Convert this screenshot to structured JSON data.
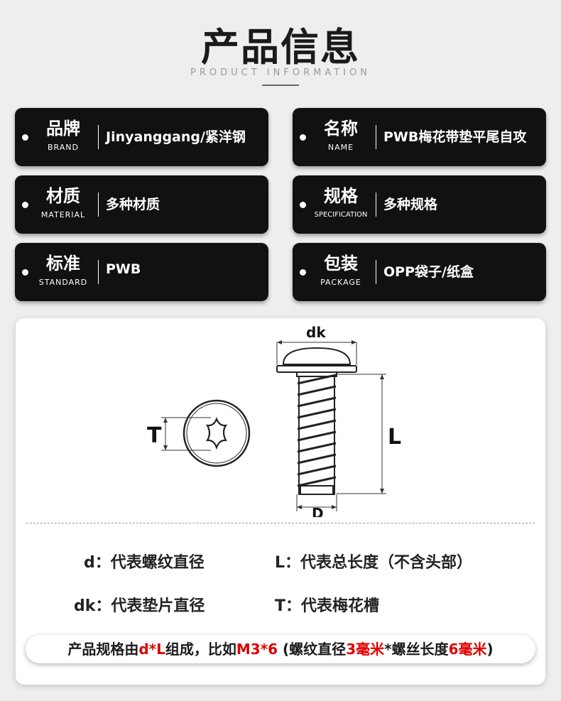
{
  "header": {
    "title": "产品信息",
    "subtitle": "PRODUCT INFORMATION"
  },
  "cards": [
    {
      "cn": "品牌",
      "en": "BRAND",
      "value": "Jinyanggang/紧洋钢"
    },
    {
      "cn": "名称",
      "en": "NAME",
      "value": "PWB梅花带垫平尾自攻"
    },
    {
      "cn": "材质",
      "en": "MATERIAL",
      "value": "多种材质"
    },
    {
      "cn": "规格",
      "en": "SPECIFICATION",
      "value": "多种规格"
    },
    {
      "cn": "标准",
      "en": "STANDARD",
      "value": "PWB"
    },
    {
      "cn": "包装",
      "en": "PACKAGE",
      "value": "OPP袋子/纸盒"
    }
  ],
  "diagram": {
    "label_dk": "dk",
    "label_t": "T",
    "label_l": "L",
    "label_d": "D"
  },
  "definitions": {
    "d": "d：代表螺纹直径",
    "l": "L：代表总长度（不含头部）",
    "dk": "dk：代表垫片直径",
    "t": "T：代表梅花槽"
  },
  "note": {
    "p1": "产品规格由",
    "p2": "d*L",
    "p3": "组成，比如",
    "p4": "M3*6",
    "p5": " (螺纹直径",
    "p6": "3毫米",
    "p7": "*螺丝长度",
    "p8": "6毫米",
    "p9": ")"
  },
  "colors": {
    "accent_red": "#e00000",
    "card_bg": "#111111"
  }
}
